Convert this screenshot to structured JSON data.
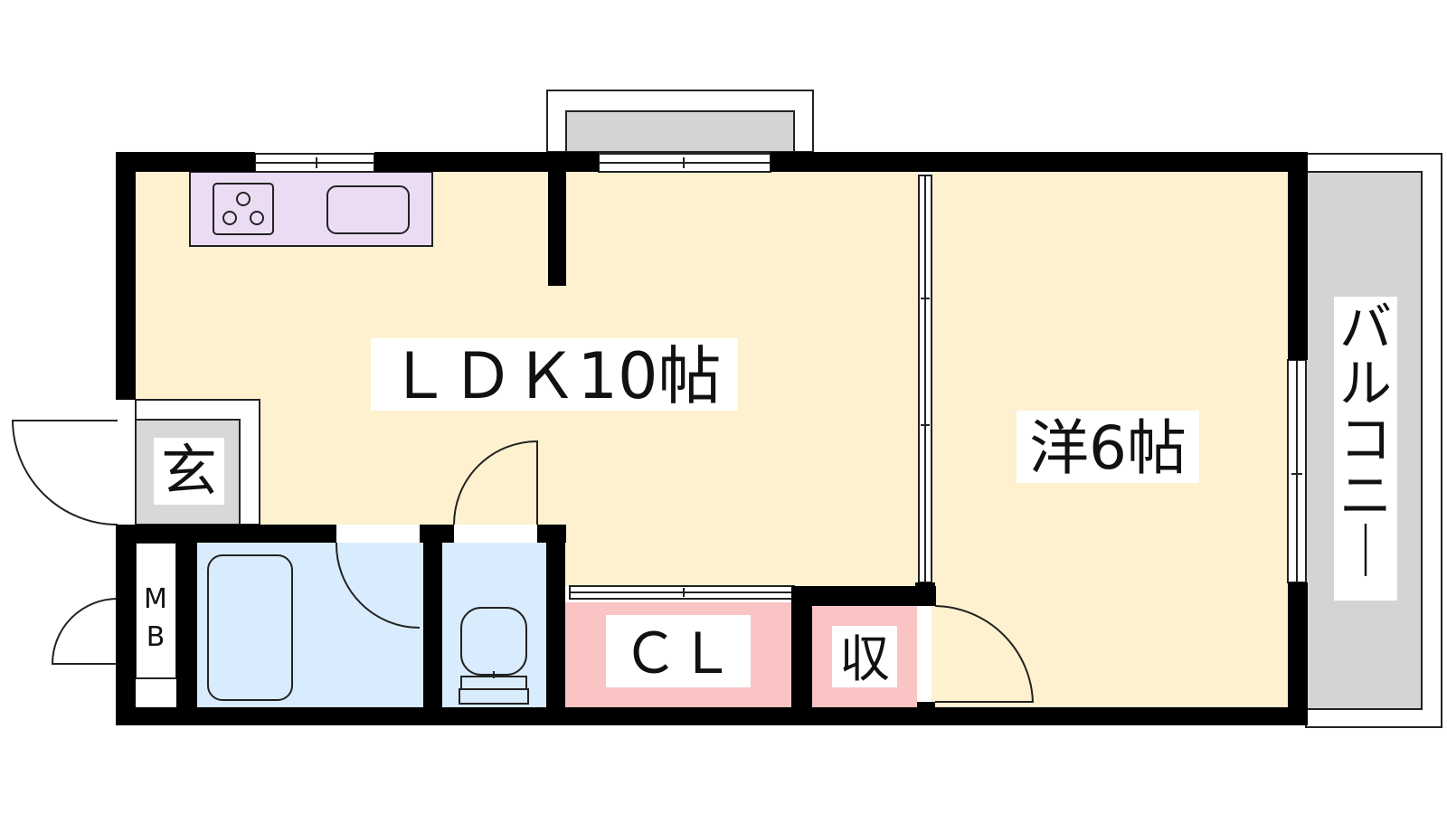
{
  "rooms": {
    "ldk": "ＬＤＫ10帖",
    "bedroom": "洋6帖",
    "entrance": "玄",
    "closet": "ＣＬ",
    "storage": "収",
    "meter_box": "MB",
    "balcony": "バルコニー"
  },
  "colors": {
    "living_floor": "#fdf1d0",
    "wet_area": "#d9ecfd",
    "closet": "#fac4c4",
    "kitchen": "#ecdcf3",
    "balcony": "#d4d4d4",
    "entrance": "#d8d8d8",
    "wall": "#000000"
  }
}
